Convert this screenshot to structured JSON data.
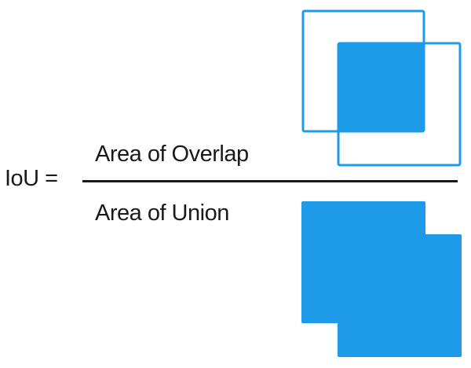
{
  "formula": {
    "lhs": "IoU =",
    "numerator": "Area of Overlap",
    "denominator": "Area of Union"
  },
  "colors": {
    "box_stroke": "#1E9BE8",
    "box_fill": "#1E9BE8",
    "text": "#1A1A1A",
    "background": "#FFFFFF"
  }
}
